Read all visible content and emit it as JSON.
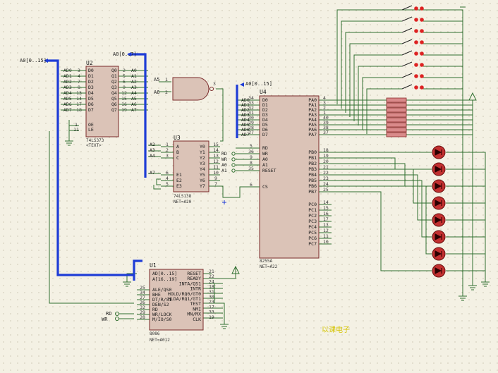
{
  "buses": {
    "left": "A0[0..15]",
    "mid": "A0[0..7]",
    "right": "A0[0..15]"
  },
  "u2": {
    "ref": "U2",
    "part": "74LS373",
    "sub": "<TEXT>",
    "left_pins": [
      [
        "D0",
        "3"
      ],
      [
        "D1",
        "4"
      ],
      [
        "D2",
        "7"
      ],
      [
        "D3",
        "8"
      ],
      [
        "D4",
        "13"
      ],
      [
        "D5",
        "14"
      ],
      [
        "D6",
        "17"
      ],
      [
        "D7",
        "18"
      ]
    ],
    "left_nets": [
      "AD0",
      "AD1",
      "AD2",
      "AD3",
      "AD4",
      "AD5",
      "AD6",
      "AD7"
    ],
    "right_pins": [
      [
        "Q0",
        "2"
      ],
      [
        "Q1",
        "5"
      ],
      [
        "Q2",
        "6"
      ],
      [
        "Q3",
        "9"
      ],
      [
        "Q4",
        "12"
      ],
      [
        "Q5",
        "15"
      ],
      [
        "Q6",
        "16"
      ],
      [
        "Q7",
        "19"
      ]
    ],
    "right_nets": [
      "A0",
      "A1",
      "A2",
      "A3",
      "A4",
      "A5",
      "A6",
      "A7"
    ],
    "ctrl_pins": [
      [
        "OE",
        "1"
      ],
      [
        "LE",
        "11"
      ]
    ]
  },
  "gate": {
    "in": [
      [
        "A5",
        "1"
      ],
      [
        "A6",
        "2"
      ]
    ],
    "out": "3"
  },
  "u3": {
    "ref": "U3",
    "part": "74LS138",
    "sub": "NET=A20",
    "left_pins": [
      [
        "A",
        "1"
      ],
      [
        "B",
        "2"
      ],
      [
        "C",
        "3"
      ],
      [
        "E1",
        "6"
      ],
      [
        "E2",
        "4"
      ],
      [
        "E3",
        "5"
      ]
    ],
    "left_nets": [
      "A2",
      "A3",
      "A4",
      "A7"
    ],
    "right_pins": [
      [
        "Y0",
        "15"
      ],
      [
        "Y1",
        "14"
      ],
      [
        "Y2",
        "13"
      ],
      [
        "Y3",
        "12"
      ],
      [
        "Y4",
        "11"
      ],
      [
        "Y5",
        "10"
      ],
      [
        "Y6",
        "9"
      ],
      [
        "Y7",
        "7"
      ]
    ]
  },
  "u4": {
    "ref": "U4",
    "part": "8255A",
    "sub": "NET=A22",
    "left_pins": [
      [
        "D0",
        "34"
      ],
      [
        "D1",
        "33"
      ],
      [
        "D2",
        "32"
      ],
      [
        "D3",
        "31"
      ],
      [
        "D4",
        "30"
      ],
      [
        "D5",
        "29"
      ],
      [
        "D6",
        "28"
      ],
      [
        "D7",
        "27"
      ],
      [
        "RD",
        "5"
      ],
      [
        "WR",
        "36"
      ],
      [
        "A0",
        "9"
      ],
      [
        "A1",
        "8"
      ],
      [
        "RESET",
        "35"
      ],
      [
        "CS",
        "6"
      ]
    ],
    "left_nets": [
      "AD0",
      "AD1",
      "AD2",
      "AD3",
      "AD4",
      "AD5",
      "AD6",
      "AD7"
    ],
    "ctrl_nets": [
      "RD",
      "WR",
      "A0",
      "A1"
    ],
    "right_pins": [
      [
        "PA0",
        "4"
      ],
      [
        "PA1",
        "3"
      ],
      [
        "PA2",
        "2"
      ],
      [
        "PA3",
        "1"
      ],
      [
        "PA4",
        "40"
      ],
      [
        "PA5",
        "39"
      ],
      [
        "PA6",
        "38"
      ],
      [
        "PA7",
        "37"
      ],
      [
        "PB0",
        "18"
      ],
      [
        "PB1",
        "19"
      ],
      [
        "PB2",
        "20"
      ],
      [
        "PB3",
        "21"
      ],
      [
        "PB4",
        "22"
      ],
      [
        "PB5",
        "23"
      ],
      [
        "PB6",
        "24"
      ],
      [
        "PB7",
        "25"
      ],
      [
        "PC0",
        "14"
      ],
      [
        "PC1",
        "15"
      ],
      [
        "PC2",
        "16"
      ],
      [
        "PC3",
        "17"
      ],
      [
        "PC4",
        "13"
      ],
      [
        "PC5",
        "12"
      ],
      [
        "PC6",
        "11"
      ],
      [
        "PC7",
        "10"
      ]
    ]
  },
  "u1": {
    "ref": "U1",
    "part": "8086",
    "sub": "NET=A012",
    "bus_pins": [
      "AD[0..15]",
      "A[16..19]"
    ],
    "left_pins": [
      [
        "ALE/QS0",
        "25"
      ],
      [
        "BHE",
        "34"
      ],
      [
        "DT/R/S1",
        "27"
      ],
      [
        "DEN/S2",
        "26"
      ],
      [
        "RD",
        "32"
      ],
      [
        "WR/LOCK",
        "29"
      ],
      [
        "M/IO/S0",
        "28"
      ]
    ],
    "left_nets": [
      "RD",
      "WR"
    ],
    "right_pins": [
      [
        "RESET",
        "21"
      ],
      [
        "READY",
        "22"
      ],
      [
        "INTA/QS1",
        "24"
      ],
      [
        "INTR",
        "18"
      ],
      [
        "HOLD/RQ0/GT0",
        "31"
      ],
      [
        "HLDA/RQ1/GT1",
        "30"
      ],
      [
        "TEST",
        "23"
      ],
      [
        "NMI",
        "17"
      ],
      [
        "MN/MX",
        "33"
      ],
      [
        "CLK",
        "19"
      ]
    ]
  },
  "note": "以课电子"
}
